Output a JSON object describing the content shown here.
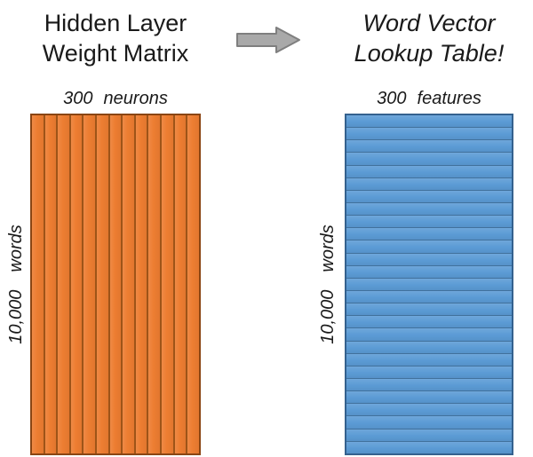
{
  "titles": {
    "left_line1": "Hidden Layer",
    "left_line2": "Weight Matrix",
    "right_line1": "Word Vector",
    "right_line2": "Lookup Table!"
  },
  "left_matrix": {
    "top_label_value": "300",
    "top_label_unit": "neurons",
    "side_label_value": "10,000",
    "side_label_unit": "words",
    "column_count": 13
  },
  "right_matrix": {
    "top_label_value": "300",
    "top_label_unit": "features",
    "side_label_value": "10,000",
    "side_label_unit": "words",
    "row_count": 27
  },
  "icons": {
    "arrow": "right-arrow-icon"
  },
  "colors": {
    "orange-fill": "#ED7D31",
    "orange-stripe": "#9E5418",
    "orange-border": "#8A4513",
    "blue-fill": "#5B9BD5",
    "blue-stripe": "#41719C",
    "blue-border": "#34618E",
    "arrow-fill": "#A9A9A9",
    "arrow-border": "#7F7F7F",
    "text": "#1A1A1A",
    "background": "#FFFFFF"
  }
}
